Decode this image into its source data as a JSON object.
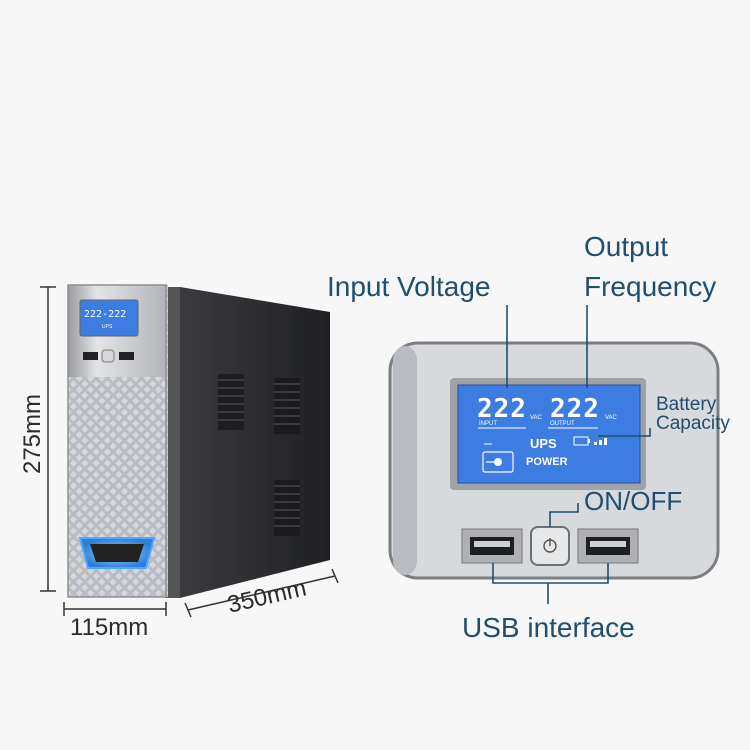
{
  "colors": {
    "background": "#f7f7f7",
    "label_text": "#1f4e6e",
    "lcd_blue": "#3d7ce0",
    "cabinet_dark": "#2a2b2e",
    "front_silver": "#c9ccd0"
  },
  "dimensions": {
    "height": "275mm",
    "width": "115mm",
    "depth": "350mm"
  },
  "callouts": {
    "input_voltage": "Input Voltage",
    "output_frequency_line1": "Output",
    "output_frequency_line2": "Frequency",
    "battery_capacity_line1": "Battery",
    "battery_capacity_line2": "Capacity",
    "on_off": "ON/OFF",
    "usb_interface": "USB interface"
  },
  "lcd": {
    "input_value": "222",
    "input_unit": "VAC",
    "input_label": "INPUT",
    "output_value": "222",
    "output_unit": "VAC",
    "output_label": "OUTPUT",
    "brand": "UPS",
    "power": "POWER"
  },
  "icons": [
    "power-button-icon",
    "usb-port-icon",
    "battery-icon",
    "plug-icon"
  ]
}
